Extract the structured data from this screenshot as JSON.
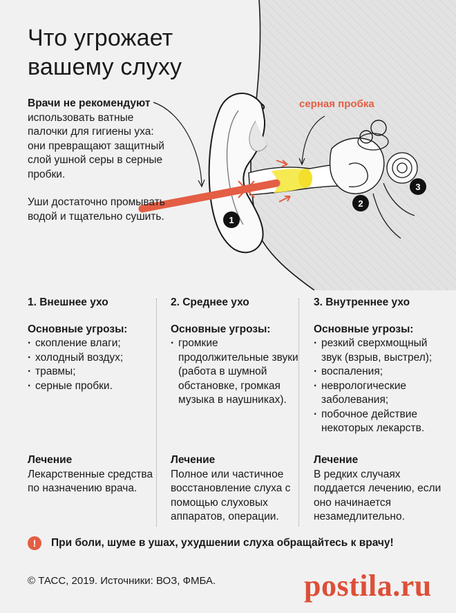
{
  "title": {
    "line1": "Что угрожает",
    "line2": "вашему слуху"
  },
  "intro": {
    "bold": "Врачи не рекомендуют",
    "text": "использовать ватные палочки для гигиены уха: они превращают защитный слой ушной серы в серные пробки.",
    "text2": "Уши достаточно промывать водой и тщательно сушить."
  },
  "illustration": {
    "plug_label": "серная пробка",
    "markers": [
      "1",
      "2",
      "3"
    ],
    "colors": {
      "accent": "#e35e44",
      "plug": "#f5e94a",
      "ear_line": "#1a1a1a"
    }
  },
  "columns": [
    {
      "heading": "1. Внешнее ухо",
      "threats_label": "Основные угрозы:",
      "threats": [
        "скопление влаги;",
        "холодный воздух;",
        "травмы;",
        "серные пробки."
      ],
      "treatment_label": "Лечение",
      "treatment": "Лекарственные средства по назначению врача."
    },
    {
      "heading": "2. Среднее ухо",
      "threats_label": "Основные угрозы:",
      "threats": [
        "громкие продолжительные звуки (работа в шумной обстановке, громкая музыка в наушниках)."
      ],
      "treatment_label": "Лечение",
      "treatment": "Полное или частичное восстановление слуха с помощью слуховых аппаратов, операции."
    },
    {
      "heading": "3. Внутреннее ухо",
      "threats_label": "Основные угрозы:",
      "threats": [
        "резкий сверхмощный звук (взрыв, выстрел);",
        "воспаления;",
        "неврологические заболевания;",
        "побочное действие некоторых лекарств."
      ],
      "treatment_label": "Лечение",
      "treatment": "В редких случаях поддается лечению, если оно начинается незамедлительно."
    }
  ],
  "warning": {
    "icon": "exclamation-icon",
    "text": "При боли, шуме в ушах, ухудшении слуха обращайтесь к врачу!"
  },
  "credits": "© ТАСС, 2019. Источники: ВОЗ, ФМБА.",
  "watermark": "postila.ru"
}
